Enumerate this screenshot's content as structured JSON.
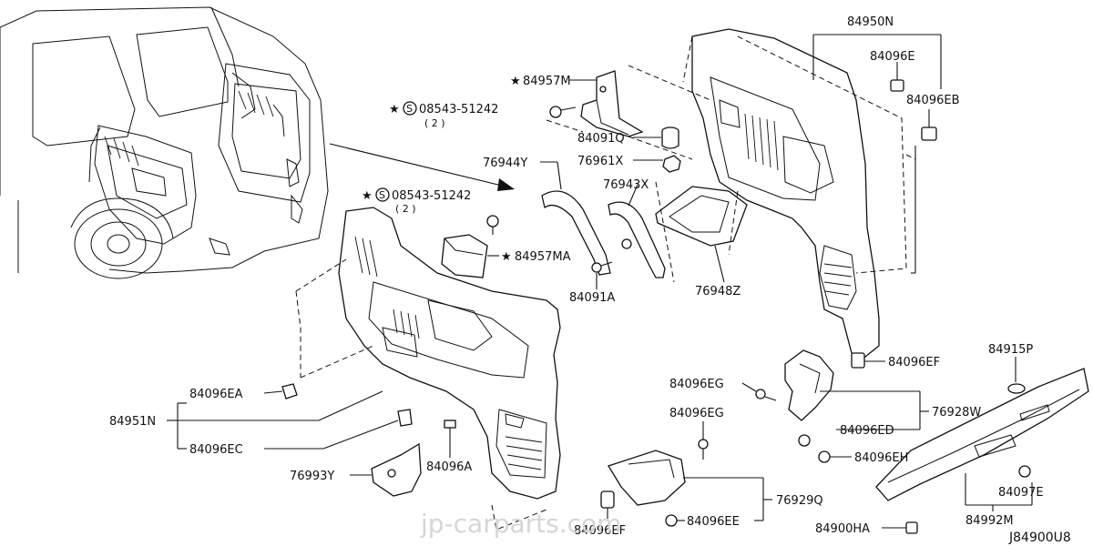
{
  "parts": {
    "p84950N": "84950N",
    "p84096E": "84096E",
    "p84096EB": "84096EB",
    "p84957M": "84957M",
    "p08543_top": "08543-51242",
    "qty_top": "( 2 )",
    "p84091Q": "84091Q",
    "p76961X": "76961X",
    "p76944Y": "76944Y",
    "p76943X": "76943X",
    "p08543_mid": "08543-51242",
    "qty_mid": "( 2 )",
    "p84957MA": "84957MA",
    "p84091A": "84091A",
    "p76948Z": "76948Z",
    "p84096EF_right": "84096EF",
    "p84915P": "84915P",
    "p84096EA": "84096EA",
    "p84951N": "84951N",
    "p84096EC": "84096EC",
    "p84096EG_1": "84096EG",
    "p76928W": "76928W",
    "p84096ED": "84096ED",
    "p84096EG_2": "84096EG",
    "p84096EH": "84096EH",
    "p84096A": "84096A",
    "p76993Y": "76993Y",
    "p84097E": "84097E",
    "p76929Q": "76929Q",
    "p84992M": "84992M",
    "p84096EF_bottom": "84096EF",
    "p84096EE": "84096EE",
    "p84900HA": "84900HA"
  },
  "star_symbol": "★",
  "s_symbol": "S",
  "watermark": "jp-carparts.com",
  "diagram_code": "J84900U8"
}
